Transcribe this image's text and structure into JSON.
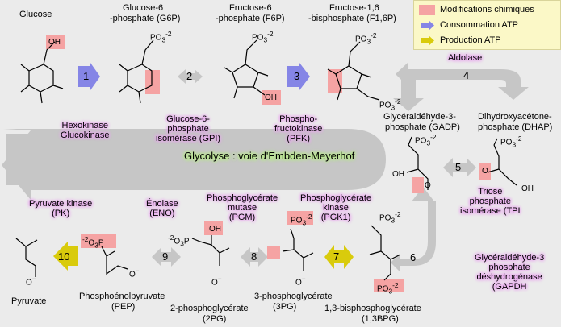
{
  "legend": {
    "modifications": "Modifications chimiques",
    "consumption": "Consommation ATP",
    "production": "Production ATP",
    "colors": {
      "modification": "#f5a3a3",
      "consumption": "#8585e6",
      "production": "#d9cb0c"
    }
  },
  "pathway_title": "Glycolyse : voie d'Embden-Meyerhof",
  "steps": [
    "1",
    "2",
    "3",
    "4",
    "5",
    "6",
    "7",
    "8",
    "9",
    "10"
  ],
  "metabolites": {
    "glucose": "Glucose",
    "g6p_1": "Glucose-6",
    "g6p_2": "-phosphate (G6P)",
    "f6p_1": "Fructose-6",
    "f6p_2": "-phosphate (F6P)",
    "f16p_1": "Fructose-1,6",
    "f16p_2": "-bisphosphate (F1,6P)",
    "gadp_1": "Glycéraldéhyde-3-",
    "gadp_2": "phosphate (GADP)",
    "dhap_1": "Dihydroxyacétone-",
    "dhap_2": "phosphate (DHAP)",
    "bpg_1": "1,3-bisphosphoglycérate",
    "bpg_2": "(1,3BPG)",
    "pg3_1": "3-phosphoglycérate",
    "pg3_2": "(3PG)",
    "pg2_1": "2-phosphoglycérate",
    "pg2_2": "(2PG)",
    "pep_1": "Phosphoénolpyruvate",
    "pep_2": "(PEP)",
    "pyruvate": "Pyruvate"
  },
  "enzymes": {
    "hk_1": "Hexokinase",
    "hk_2": "Glucokinase",
    "gpi_1": "Glucose-6-",
    "gpi_2": "phosphate",
    "gpi_3": "isomérase (GPI)",
    "pfk_1": "Phospho-",
    "pfk_2": "fructokinase",
    "pfk_3": "(PFK)",
    "aldolase": "Aldolase",
    "tpi_1": "Triose",
    "tpi_2": "phosphate",
    "tpi_3": "isomérase (TPI",
    "gapdh_1": "Glycéraldéhyde-3",
    "gapdh_2": "phosphate",
    "gapdh_3": "déshydrogénase",
    "gapdh_4": "(GAPDH",
    "pgk_1": "Phosphoglycérate",
    "pgk_2": "kinase",
    "pgk_3": "(PGK1)",
    "pgm_1": "Phosphoglycérate",
    "pgm_2": "mutase",
    "pgm_3": "(PGM)",
    "eno_1": "Énolase",
    "eno_2": "(ENO)",
    "pk_1": "Pyruvate kinase",
    "pk_2": "(PK)"
  },
  "chem": {
    "oh": "OH",
    "o": "O",
    "o_minus": "O",
    "po3": "PO",
    "po3_sub": "3",
    "po3_sup": "-2",
    "minus": "−",
    "o3p": "O",
    "o3p_pre": "-2",
    "o3p_sub": "3",
    "p": "P"
  }
}
